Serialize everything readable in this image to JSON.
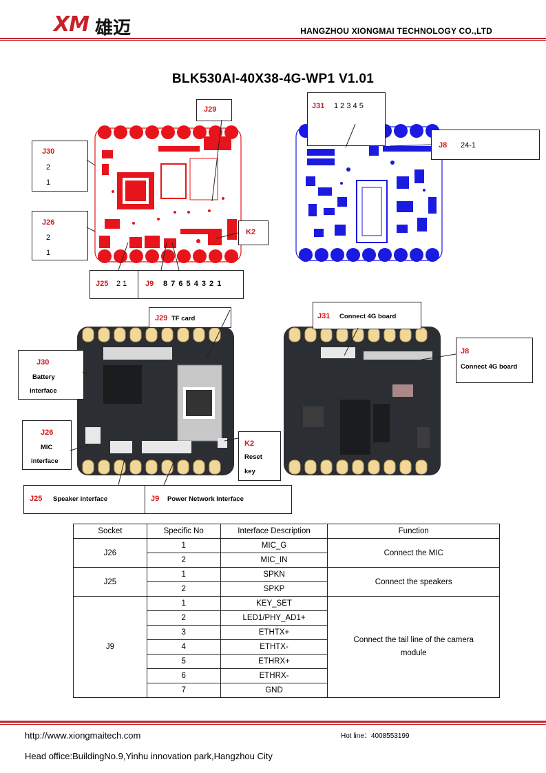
{
  "header": {
    "logo_latin": "XM",
    "logo_chinese": "雄迈",
    "company": "HANGZHOU XIONGMAI TECHNOLOGY CO.,LTD"
  },
  "document_title": "BLK530AI-40X38-4G-WP1 V1.01",
  "diagram_top": {
    "j29": "J29",
    "j30": {
      "id": "J30",
      "pin2": "2",
      "pin1": "1"
    },
    "j26": {
      "id": "J26",
      "pin2": "2",
      "pin1": "1"
    },
    "k2": "K2",
    "j25": {
      "id": "J25",
      "pins": "2 1"
    },
    "j9": {
      "id": "J9",
      "pins": "8 7 6 5 4 3 2 1"
    },
    "j31": {
      "id": "J31",
      "pins": "1 2 3 4 5"
    },
    "j8": {
      "id": "J8",
      "pins": "24-1"
    }
  },
  "diagram_bottom": {
    "j29": {
      "id": "J29",
      "desc": "TF card"
    },
    "j30": {
      "id": "J30",
      "desc1": "Battery",
      "desc2": "interface"
    },
    "j26": {
      "id": "J26",
      "desc1": "MIC",
      "desc2": "interface"
    },
    "k2": {
      "id": "K2",
      "desc1": "Reset",
      "desc2": "key"
    },
    "j25": {
      "id": "J25",
      "desc": "Speaker interface"
    },
    "j9": {
      "id": "J9",
      "desc": "Power Network Interface"
    },
    "j31": {
      "id": "J31",
      "desc": "Connect 4G board"
    },
    "j8": {
      "id": "J8",
      "desc": "Connect 4G board"
    }
  },
  "table": {
    "headers": [
      "Socket",
      "Specific No",
      "Interface Description",
      "Function"
    ],
    "groups": [
      {
        "socket": "J26",
        "function": "Connect the MIC",
        "rows": [
          {
            "no": "1",
            "desc": "MIC_G"
          },
          {
            "no": "2",
            "desc": "MIC_IN"
          }
        ]
      },
      {
        "socket": "J25",
        "function": "Connect the speakers",
        "rows": [
          {
            "no": "1",
            "desc": "SPKN"
          },
          {
            "no": "2",
            "desc": "SPKP"
          }
        ]
      },
      {
        "socket": "J9",
        "function": "Connect the tail line of the camera module",
        "rows": [
          {
            "no": "1",
            "desc": "KEY_SET"
          },
          {
            "no": "2",
            "desc": "LED1/PHY_AD1+"
          },
          {
            "no": "3",
            "desc": "ETHTX+"
          },
          {
            "no": "4",
            "desc": "ETHTX-"
          },
          {
            "no": "5",
            "desc": "ETHRX+"
          },
          {
            "no": "6",
            "desc": "ETHRX-"
          },
          {
            "no": "7",
            "desc": "GND"
          }
        ]
      }
    ]
  },
  "footer": {
    "url": "http://www.xiongmaitech.com",
    "hotline_label": "Hot line：",
    "hotline": "4008553199",
    "address": "Head office:BuildingNo.9,Yinhu innovation park,Hangzhou City"
  },
  "colors": {
    "brand_red": "#c8202a",
    "pcb_red": "#e8141c",
    "pcb_blue": "#1a1ae0",
    "pcb_dark": "#2b2f33"
  }
}
